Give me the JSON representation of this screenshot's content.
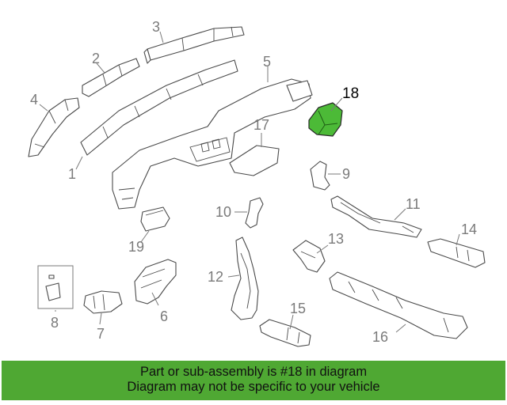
{
  "diagram": {
    "highlighted_part": "18",
    "callouts": [
      "1",
      "2",
      "3",
      "4",
      "5",
      "6",
      "7",
      "8",
      "9",
      "10",
      "11",
      "12",
      "13",
      "14",
      "15",
      "16",
      "17",
      "18",
      "19"
    ]
  },
  "banner": {
    "line1": "Part or sub-assembly is #18 in diagram",
    "line2": "Diagram may not be specific to your vehicle",
    "background": "#4fa833"
  }
}
